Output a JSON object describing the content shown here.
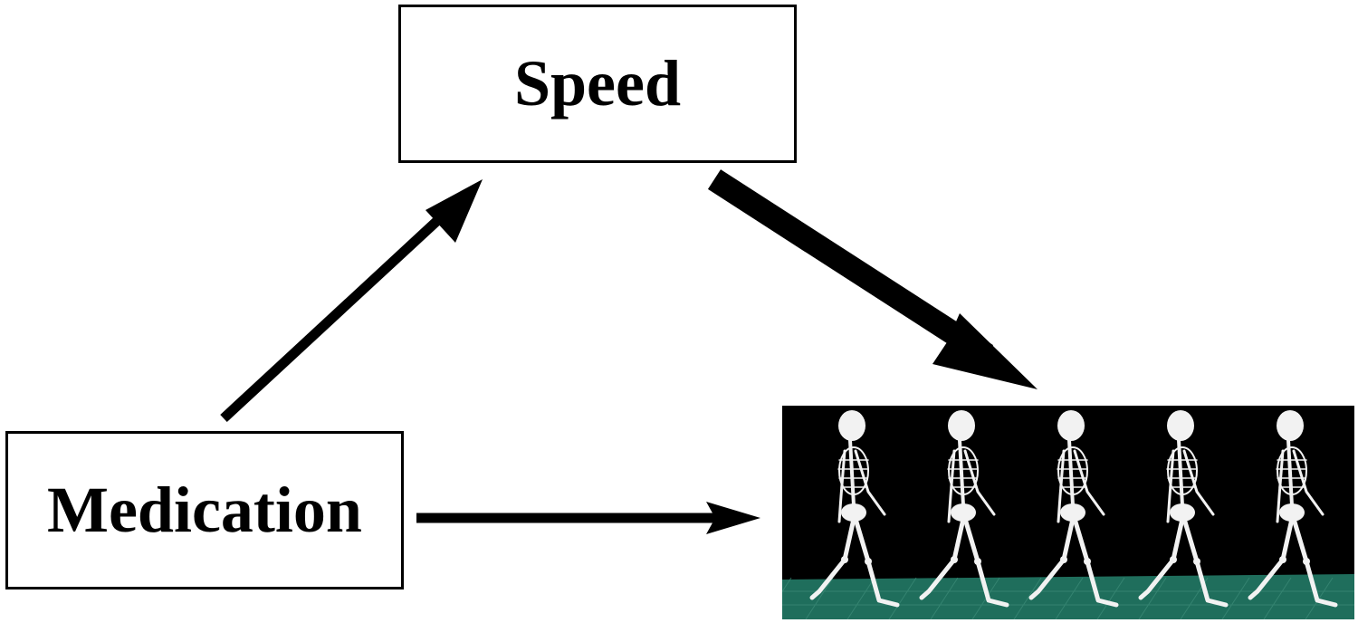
{
  "nodes": {
    "speed": {
      "label": "Speed"
    },
    "medication": {
      "label": "Medication"
    }
  },
  "edges": [
    {
      "from": "medication",
      "to": "speed"
    },
    {
      "from": "speed",
      "to": "gait"
    },
    {
      "from": "medication",
      "to": "gait"
    }
  ],
  "gait_panel": {
    "figures": 5,
    "background": "#000000",
    "floor_color": "#1f6e5c",
    "skeleton_color": "#f2f2f2"
  }
}
